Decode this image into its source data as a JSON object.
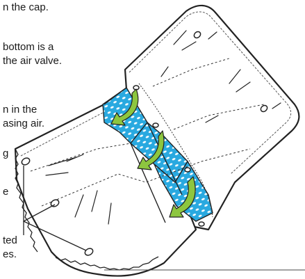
{
  "text_lines": [
    "n the cap.",
    "bottom is a",
    "the air valve.",
    "n in the",
    "asing air.",
    "g",
    "e",
    "ted",
    "es."
  ],
  "colors": {
    "panel_fill": "#29a9e0",
    "arrow_fill": "#8dc63f",
    "line": "#222222",
    "background": "#ffffff"
  }
}
